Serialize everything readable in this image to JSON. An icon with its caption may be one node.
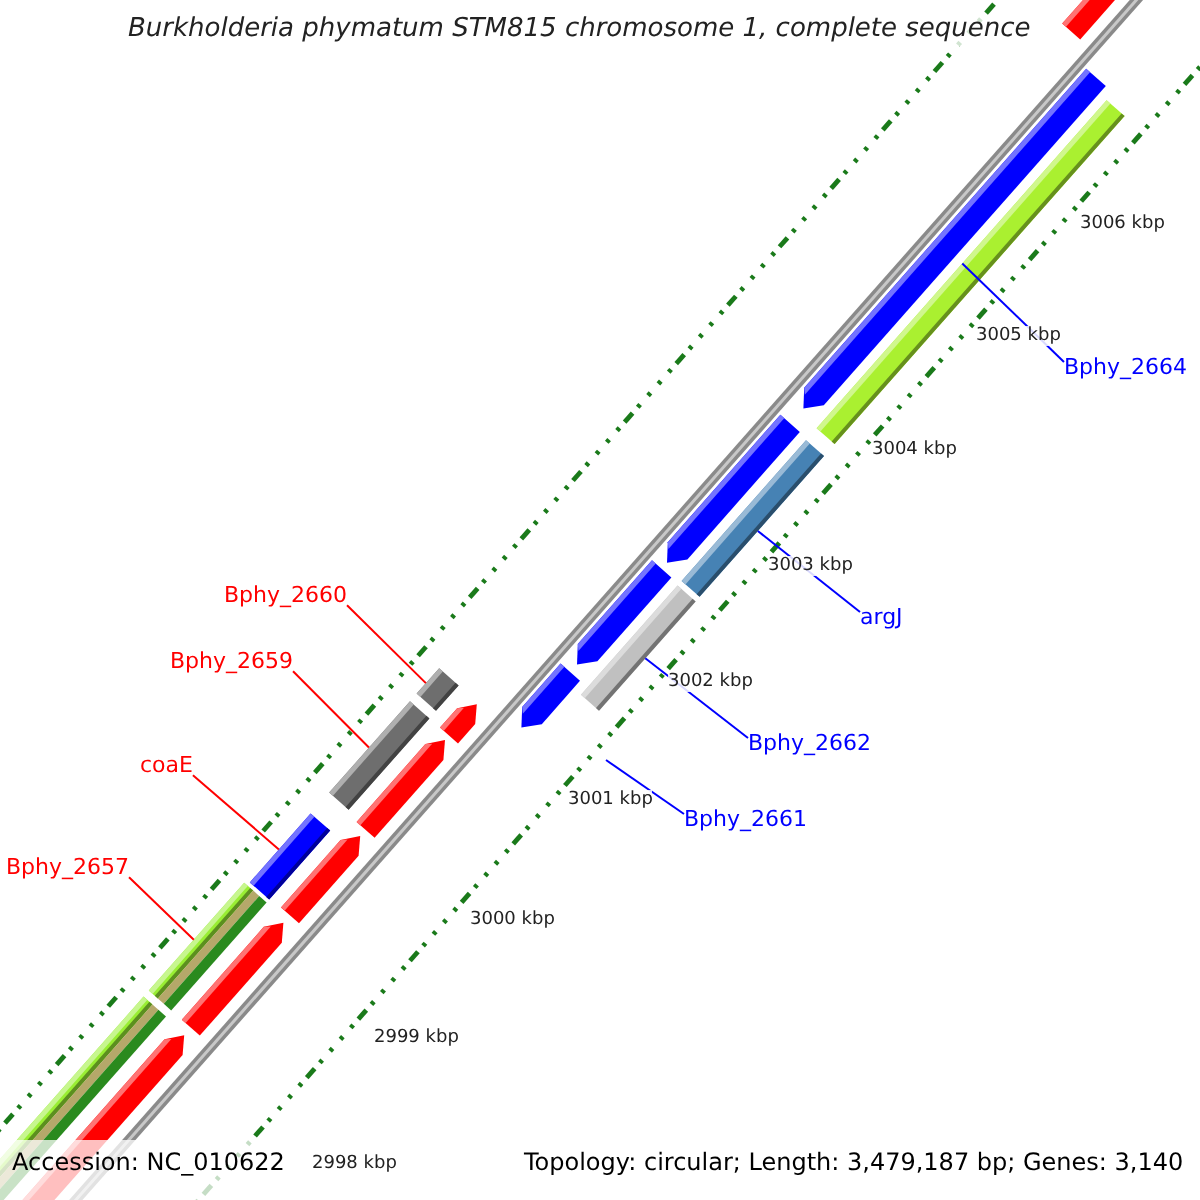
{
  "diagram": {
    "title": "Burkholderia phymatum STM815 chromosome 1, complete sequence",
    "nodes": [
      {
        "text": [
          "Bphy_2664"
        ]
      },
      {
        "text": [
          "argJ"
        ]
      },
      {
        "text": [
          "Bphy_2660"
        ]
      },
      {
        "text": [
          "Bphy_2659"
        ]
      },
      {
        "text": [
          "Bphy_2662"
        ]
      },
      {
        "text": [
          "coaE"
        ]
      },
      {
        "text": [
          "Bphy_2661"
        ]
      },
      {
        "text": [
          "Bphy_2657"
        ]
      },
      {
        "text": [],
        "shape": "bar"
      },
      {
        "text": [],
        "shape": "bar"
      },
      {
        "text": [],
        "shape": "bar"
      },
      {
        "text": [],
        "shape": "bar"
      },
      {
        "text": [],
        "shape": "bar"
      },
      {
        "text": [],
        "shape": "bar"
      },
      {
        "text": [],
        "shape": "bar"
      }
    ],
    "edges": [
      {
        "from": 0,
        "to": 8,
        "arrow": "none",
        "color": "#0000ff"
      },
      {
        "from": 1,
        "to": 9,
        "arrow": "none",
        "color": "#0000ff"
      },
      {
        "from": 2,
        "to": 11,
        "arrow": "none",
        "color": "#ff0000"
      },
      {
        "from": 3,
        "to": 12,
        "arrow": "none",
        "color": "#ff0000"
      },
      {
        "from": 4,
        "to": 10,
        "arrow": "none",
        "color": "#0000ff"
      },
      {
        "from": 5,
        "to": 13,
        "arrow": "none",
        "color": "#ff0000"
      },
      {
        "from": 6,
        "to": null,
        "arrow": "none",
        "color": "#0000ff"
      },
      {
        "from": 7,
        "to": 14,
        "arrow": "none",
        "color": "#ff0000"
      }
    ],
    "labels": [
      "3006 kbp",
      "3005 kbp",
      "3004 kbp",
      "3003 kbp",
      "3002 kbp",
      "3001 kbp",
      "3000 kbp",
      "2999 kbp",
      "2998 kbp",
      "Accession: NC_010622",
      "Topology: circular; Length: 3,479,187 bp; Genes: 3,140"
    ]
  }
}
